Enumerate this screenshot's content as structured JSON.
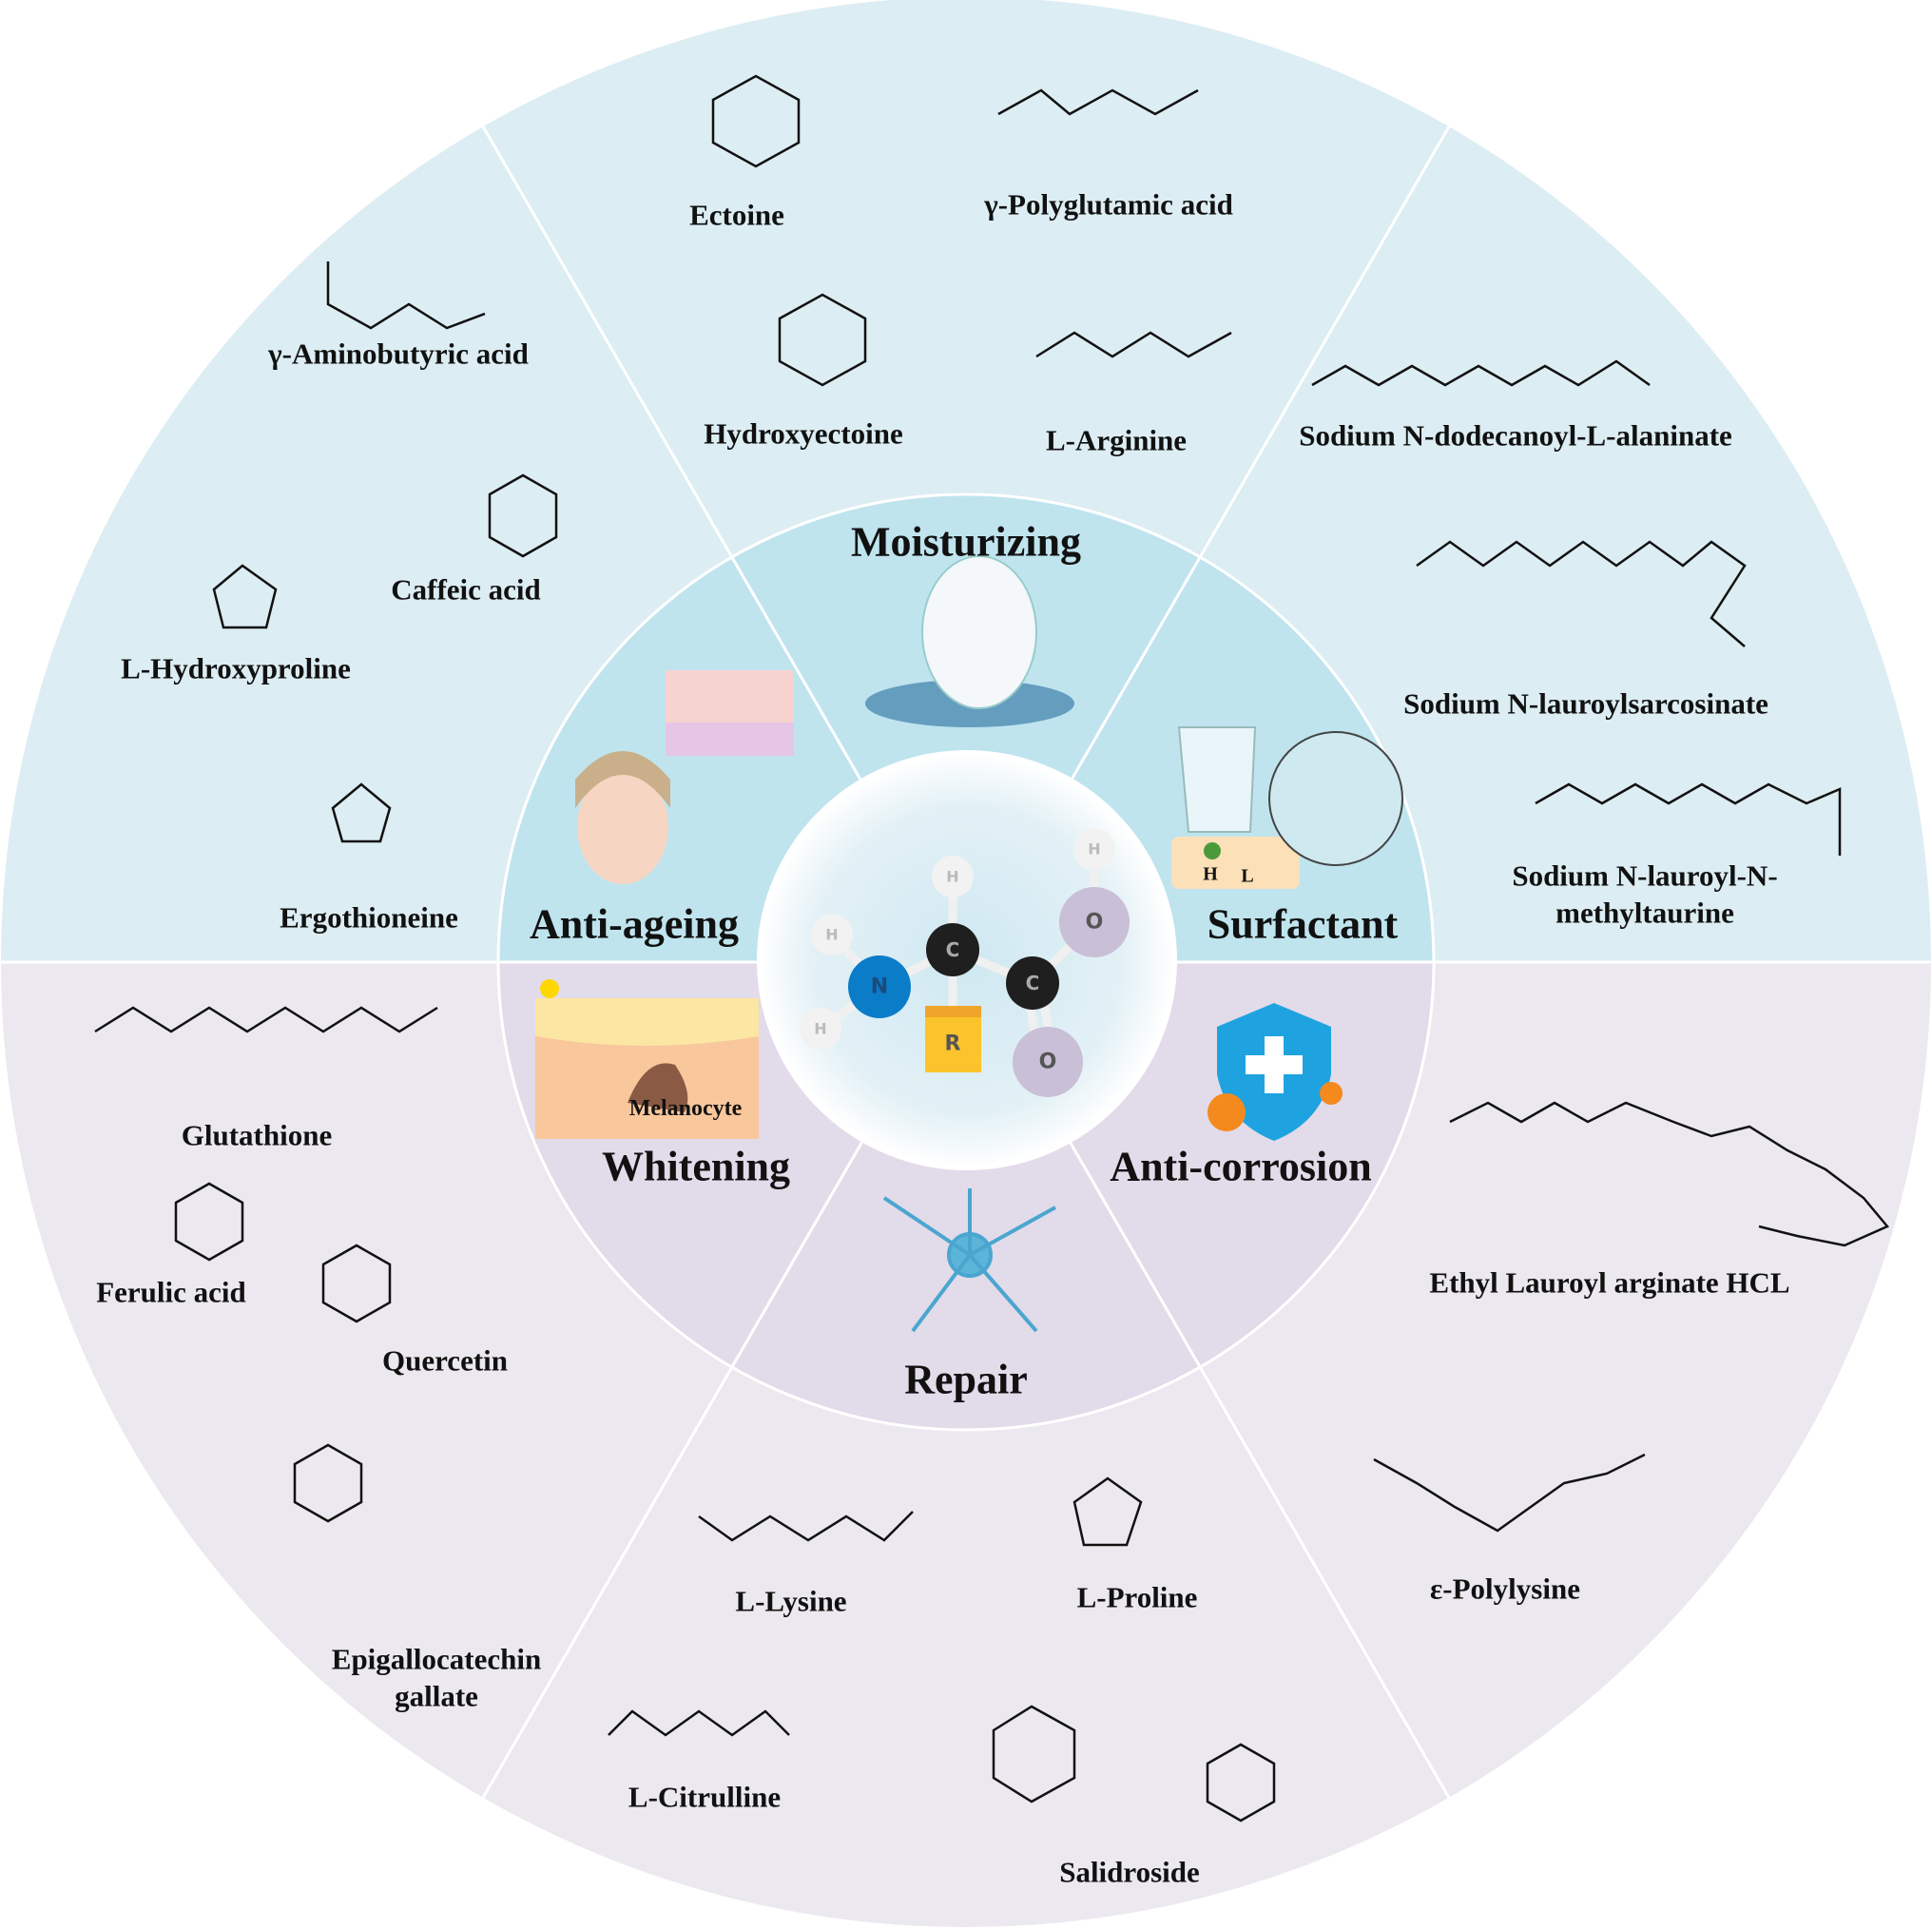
{
  "colors": {
    "upper_outer": "#dcedf3",
    "upper_inner": "#bfe4ee",
    "lower_outer": "#ebe8ef",
    "lower_inner": "#e2dbea",
    "nitrogen": "#0b7cc8",
    "carbon": "#1f1f1f",
    "oxygen": "#c9bfd6",
    "hydrogen": "#f2f2f2",
    "r_group": "#fbc42c"
  },
  "center_molecule": {
    "atoms": [
      "N",
      "C",
      "C",
      "O",
      "O",
      "H",
      "H",
      "H",
      "H"
    ],
    "r_group": "R"
  },
  "categories": [
    "Moisturizing",
    "Anti-ageing",
    "Surfactant",
    "Whitening",
    "Anti-corrosion",
    "Repair"
  ],
  "illustration_labels": {
    "melanocyte": "Melanocyte",
    "surfactant_h": "H",
    "surfactant_l": "L"
  },
  "compounds": {
    "moisturizing": [
      "Ectoine",
      "γ-Polyglutamic acid",
      "Hydroxyectoine",
      "L-Arginine"
    ],
    "surfactant": [
      "Sodium N-dodecanoyl-L-alaninate",
      "Sodium N-lauroylsarcosinate",
      "Sodium N-lauroyl-N-methyltaurine"
    ],
    "anti_ageing": [
      "γ-Aminobutyric acid",
      "Caffeic acid",
      "L-Hydroxyproline",
      "Ergothioneine"
    ],
    "whitening": [
      "Glutathione",
      "Ferulic acid",
      "Quercetin",
      "Epigallocatechin gallate"
    ],
    "anti_corrosion": [
      "Ethyl Lauroyl arginate HCL",
      "ε-Polylysine"
    ],
    "repair": [
      "L-Lysine",
      "L-Proline",
      "L-Citrulline",
      "Salidroside"
    ]
  }
}
